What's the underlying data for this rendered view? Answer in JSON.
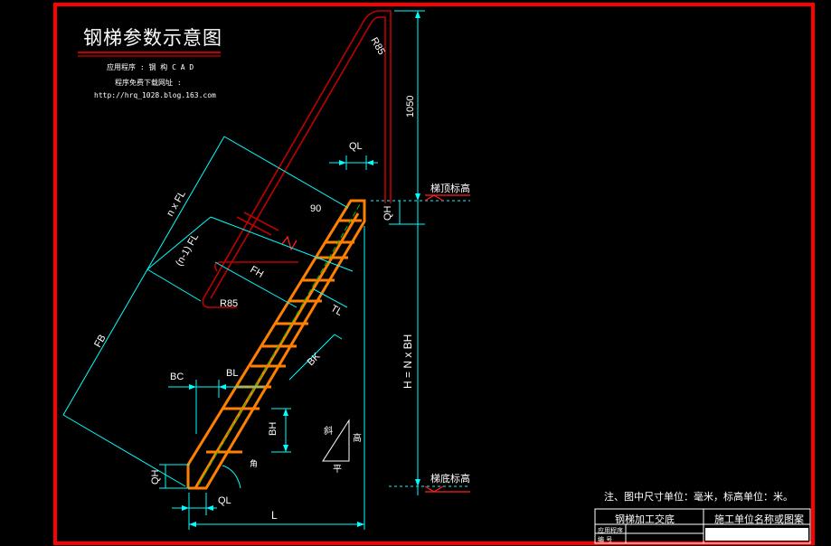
{
  "drawing": {
    "title": "钢梯参数示意图",
    "app_line": "应用程序 : 钢 构 C A D",
    "download_line": "程序免费下载网址 :",
    "url_line": "http://hrq_1028.blog.163.com"
  },
  "labels": {
    "r85_top": "R85",
    "h1050": "1050",
    "ql_top": "QL",
    "top_elev": "梯顶标高",
    "qh_top": "QH",
    "d90": "90",
    "nfl": "n x FL",
    "fl_count": "(n-1) FL",
    "fh": "FH",
    "r85_mid": "R85",
    "tl": "TL",
    "fb": "FB",
    "h_formula": "H = N x BH",
    "bk": "BK",
    "bc": "BC",
    "bl": "BL",
    "bh": "BH",
    "gao": "高",
    "xie": "斜",
    "ping": "平",
    "bottom_elev": "梯底标高",
    "qh_bottom": "QH",
    "jiao": "角",
    "ql_bottom": "QL",
    "l": "L"
  },
  "note": "注、图中尺寸单位：毫米，标高单位：米。",
  "title_block": {
    "cell1": "钢梯加工交底",
    "cell2": "施工单位名称或图案",
    "row1": "应用程序",
    "row2": "编 号"
  },
  "colors": {
    "frame": "#ff0000",
    "dimension": "#00ffff",
    "ladder": "#ff8000",
    "handrail": "#c00000",
    "text": "#ffffff",
    "centerline": "#00c000"
  }
}
